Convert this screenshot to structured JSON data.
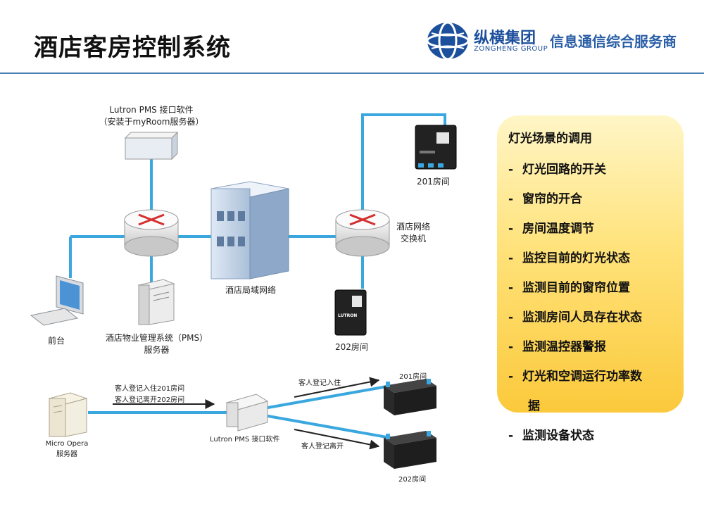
{
  "page": {
    "title": "酒店客房控制系统"
  },
  "brand": {
    "name_cn": "纵横集团",
    "name_en": "ZONGHENG GROUP",
    "slogan": "信息通信综合服务商"
  },
  "diagram": {
    "pms_software_line1": "Lutron PMS 接口软件",
    "pms_software_line2": "（安装于myRoom服务器）",
    "room_201": "201房间",
    "hotel_switch_line1": "酒店网络",
    "hotel_switch_line2": "交换机",
    "hotel_lan": "酒店局域网络",
    "room_202": "202房间",
    "front_desk": "前台",
    "pms_server_line1": "酒店物业管理系统（PMS）",
    "pms_server_line2": "服务器",
    "checkin_201": "客人登记入住201房间",
    "checkout_202": "客人登记离开202房间",
    "micro_opera_line1": "Micro Opera",
    "micro_opera_line2": "服务器",
    "lutron_pms_software": "Lutron PMS 接口软件",
    "guest_checkin": "客人登记入住",
    "guest_checkout": "客人登记离开",
    "room_201_small": "201房间",
    "room_202_small": "202房间",
    "device_brand": "LUTRON"
  },
  "features": {
    "title": "灯光场景的调用",
    "items": [
      "灯光回路的开关",
      "窗帘的开合",
      "房间温度调节",
      "监控目前的灯光状态",
      "监测目前的窗帘位置",
      "监测房间人员存在状态",
      "监测温控器警报",
      "灯光和空调运行功率数",
      "据",
      "监测设备状态"
    ]
  },
  "colors": {
    "network_line": "#3aa7df",
    "header_rule": "#4a7fb4",
    "brand_blue": "#1c4f9c",
    "box_top": "#fff6c7",
    "box_bottom": "#fbc93b"
  }
}
